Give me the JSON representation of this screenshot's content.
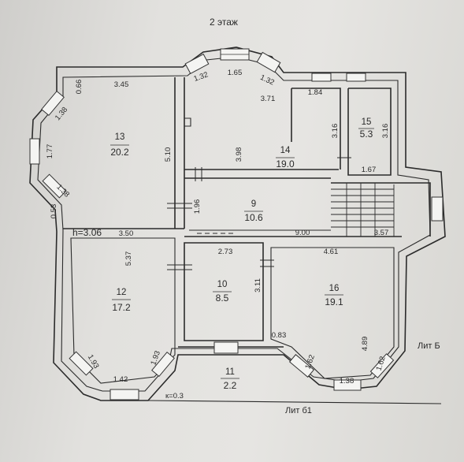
{
  "title": "2 этаж",
  "rooms": [
    {
      "id": "13",
      "number": "13",
      "area": "20.2"
    },
    {
      "id": "14",
      "number": "14",
      "area": "19.0"
    },
    {
      "id": "15",
      "number": "15",
      "area": "5.3"
    },
    {
      "id": "9",
      "number": "9",
      "area": "10.6"
    },
    {
      "id": "12",
      "number": "12",
      "area": "17.2"
    },
    {
      "id": "10",
      "number": "10",
      "area": "8.5"
    },
    {
      "id": "16",
      "number": "16",
      "area": "19.1"
    },
    {
      "id": "11",
      "number": "11",
      "area": "2.2"
    }
  ],
  "dimensions": {
    "d_345": "3.45",
    "d_066": "0.66",
    "d_138a": "1.38",
    "d_177": "1.77",
    "d_138b": "1.38",
    "d_053": "0.53",
    "d_510": "5.10",
    "d_132a": "1.32",
    "d_165": "1.65",
    "d_132b": "1.32",
    "d_371": "3.71",
    "d_398": "3.98",
    "d_184": "1.84",
    "d_316a": "3.16",
    "d_316b": "3.16",
    "d_167": "1.67",
    "d_196": "1.96",
    "d_900": "9.00",
    "d_357": "3.57",
    "h_label": "h=3.06",
    "d_350": "3.50",
    "d_537": "5.37",
    "d_193a": "1.93",
    "d_193b": "1.93",
    "d_142": "1.42",
    "d_273": "2.73",
    "d_311": "3.11",
    "d_461": "4.61",
    "d_083": "0.83",
    "d_162a": "1.62",
    "d_162b": "1.62",
    "d_489": "4.89",
    "d_138c": "1.38",
    "k_label": "к=0.3"
  },
  "labels": {
    "lit_b": "Лит Б",
    "lit_b1": "Лит б1"
  }
}
